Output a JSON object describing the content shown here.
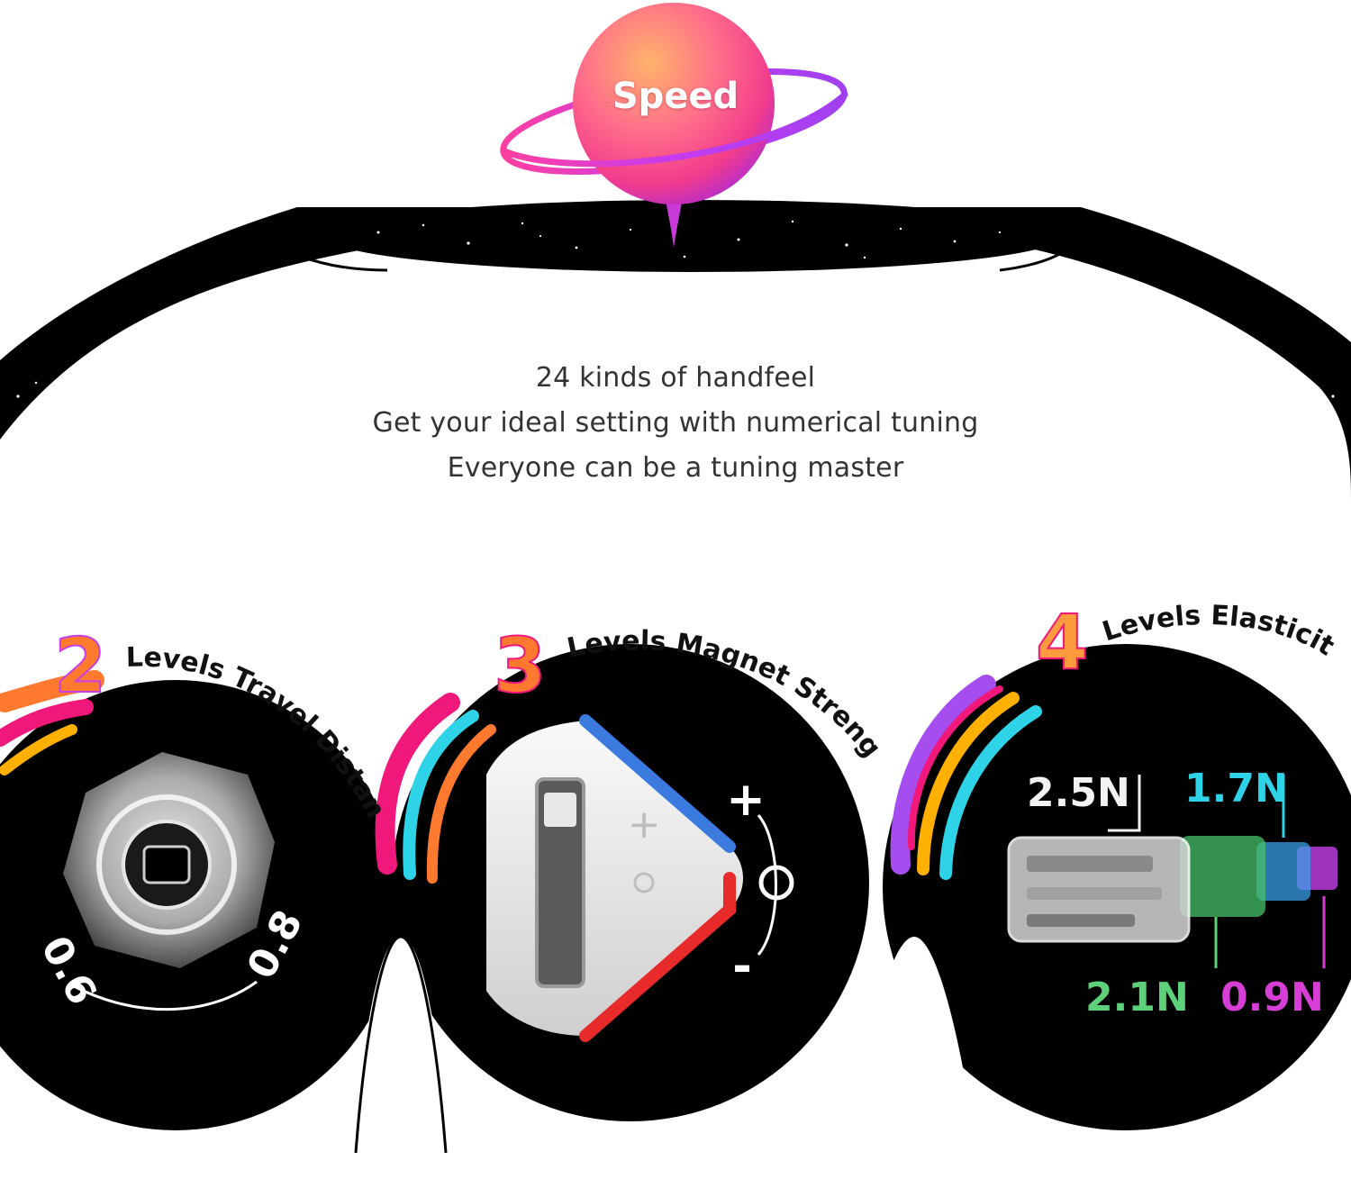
{
  "colors": {
    "pink": "#f0187a",
    "orange": "#ff7a2e",
    "cyan": "#2ed3e8",
    "purple": "#a64df0",
    "blue": "#3b7be0",
    "red": "#e82a2a",
    "green": "#5dd07a",
    "magenta": "#d63ed6",
    "white_value": "#f2f2f2"
  },
  "planet": {
    "label": "Speed"
  },
  "taglines": [
    "24 kinds of handfeel",
    "Get your ideal setting with numerical tuning",
    "Everyone can be a tuning master"
  ],
  "features": [
    {
      "number": "2",
      "title": "Levels Travel Distance",
      "values": [
        "0.6",
        "0.8"
      ]
    },
    {
      "number": "3",
      "title": "Levels Magnet Strength",
      "symbols": [
        "+",
        "-"
      ]
    },
    {
      "number": "4",
      "title": "Levels Elasticity",
      "forces": [
        "2.5N",
        "1.7N",
        "2.1N",
        "0.9N"
      ]
    }
  ]
}
